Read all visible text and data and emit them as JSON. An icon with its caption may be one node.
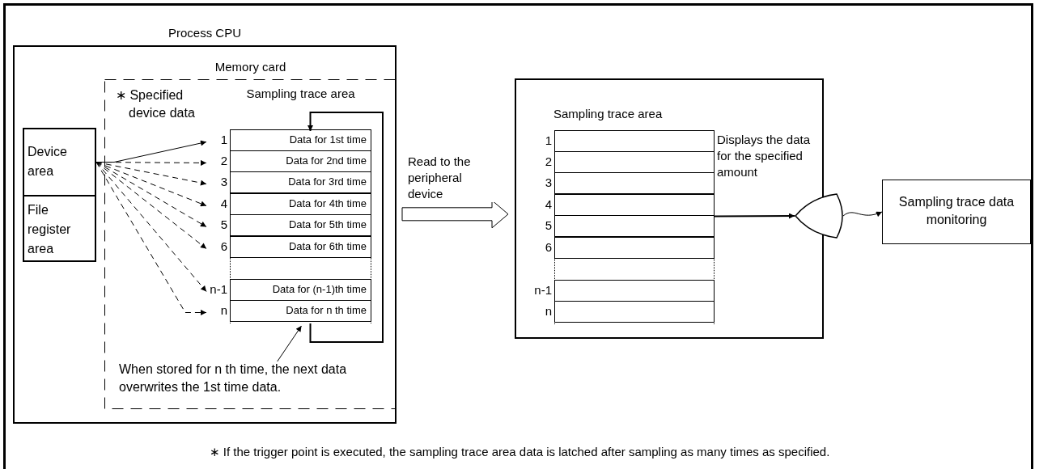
{
  "diagram": {
    "caption": "∗ If the trigger point is executed, the sampling trace area data is latched after sampling as many times as specified.",
    "nodes": [
      {
        "text": [
          "Process CPU"
        ]
      },
      {
        "text": [
          "Memory card"
        ],
        "in": 0
      },
      {
        "text": [
          "Device area"
        ],
        "in": 0
      },
      {
        "text": [
          "File register area"
        ],
        "in": 0
      },
      {
        "text": [
          "Sampling trace area"
        ],
        "in": 1
      },
      {
        "text": [
          "Data for 1st time"
        ],
        "in": 4,
        "beside": [
          "1"
        ]
      },
      {
        "text": [
          "Data for 2nd time"
        ],
        "in": 4,
        "beside": [
          "2"
        ]
      },
      {
        "text": [
          "Data for 3rd time"
        ],
        "in": 4,
        "beside": [
          "3"
        ]
      },
      {
        "text": [
          "Data for 4th time"
        ],
        "in": 4,
        "beside": [
          "4"
        ]
      },
      {
        "text": [
          "Data for 5th time"
        ],
        "in": 4,
        "beside": [
          "5"
        ]
      },
      {
        "text": [
          "Data for 6th time"
        ],
        "in": 4,
        "beside": [
          "6"
        ]
      },
      {
        "text": [
          "Data for (n-1)th time"
        ],
        "in": 4,
        "beside": [
          "n-1"
        ]
      },
      {
        "text": [
          "Data for n th time"
        ],
        "in": 4,
        "beside": [
          "n"
        ]
      },
      {
        "text": [
          "When stored for n th time, the next data overwrites the 1st time data."
        ],
        "in": 1
      },
      {
        "text": [],
        "shape": "box"
      },
      {
        "text": [
          "Sampling trace area"
        ],
        "in": 14
      },
      {
        "text": [],
        "shape": "box",
        "in": 15,
        "beside": [
          "1"
        ]
      },
      {
        "text": [],
        "shape": "box",
        "in": 15,
        "beside": [
          "2"
        ]
      },
      {
        "text": [],
        "shape": "box",
        "in": 15,
        "beside": [
          "3"
        ]
      },
      {
        "text": [],
        "shape": "box",
        "in": 15,
        "beside": [
          "4"
        ]
      },
      {
        "text": [],
        "shape": "box",
        "in": 15,
        "beside": [
          "5"
        ]
      },
      {
        "text": [],
        "shape": "box",
        "in": 15,
        "beside": [
          "6"
        ]
      },
      {
        "text": [],
        "shape": "box",
        "in": 15,
        "beside": [
          "n-1"
        ]
      },
      {
        "text": [],
        "shape": "box",
        "in": 15,
        "beside": [
          "n"
        ]
      },
      {
        "text": [],
        "shape": "display"
      },
      {
        "text": [
          "Sampling trace data monitoring"
        ]
      }
    ],
    "edges": [
      {
        "from": 2,
        "to": 5,
        "arrow": "to"
      },
      {
        "from": 2,
        "to": 6,
        "arrow": "to",
        "style": "dashed"
      },
      {
        "from": 2,
        "to": 7,
        "arrow": "to",
        "style": "dashed"
      },
      {
        "from": 2,
        "to": 8,
        "arrow": "to",
        "style": "dashed"
      },
      {
        "from": 2,
        "to": 9,
        "arrow": "to",
        "style": "dashed"
      },
      {
        "from": 2,
        "to": 10,
        "arrow": "to",
        "style": "dashed"
      },
      {
        "from": 2,
        "to": 11,
        "arrow": "to",
        "style": "dashed"
      },
      {
        "from": 2,
        "to": 12,
        "arrow": "to",
        "style": "dashed"
      },
      {
        "from": 12,
        "to": 5,
        "arrow": "to"
      },
      {
        "from": 13,
        "to": 4,
        "arrow": "to"
      },
      {
        "from": 0,
        "to": 14,
        "arrow": "to",
        "label": "Read to the peripheral device"
      },
      {
        "from": 15,
        "to": 24,
        "arrow": "to",
        "label": "Displays the data for the specified amount"
      },
      {
        "from": 24,
        "to": 25,
        "arrow": "to"
      }
    ],
    "labels": [
      "∗ Specified device data"
    ]
  }
}
